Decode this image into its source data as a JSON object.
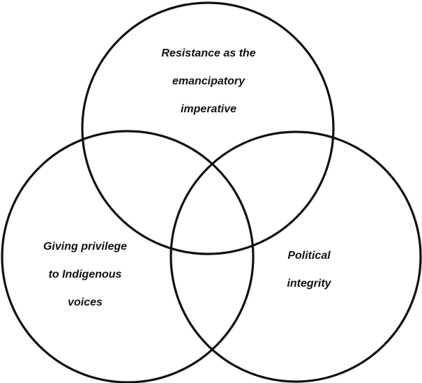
{
  "diagram": {
    "colors": {
      "stroke": "#111111",
      "background": "#ffffff"
    },
    "circles": [
      {
        "name": "top",
        "lines": [
          "Resistance as the",
          "emancipatory",
          "imperative"
        ]
      },
      {
        "name": "left",
        "lines": [
          "Giving privilege",
          "to Indigenous",
          "voices"
        ]
      },
      {
        "name": "right",
        "lines": [
          "Political",
          "integrity"
        ]
      }
    ]
  }
}
